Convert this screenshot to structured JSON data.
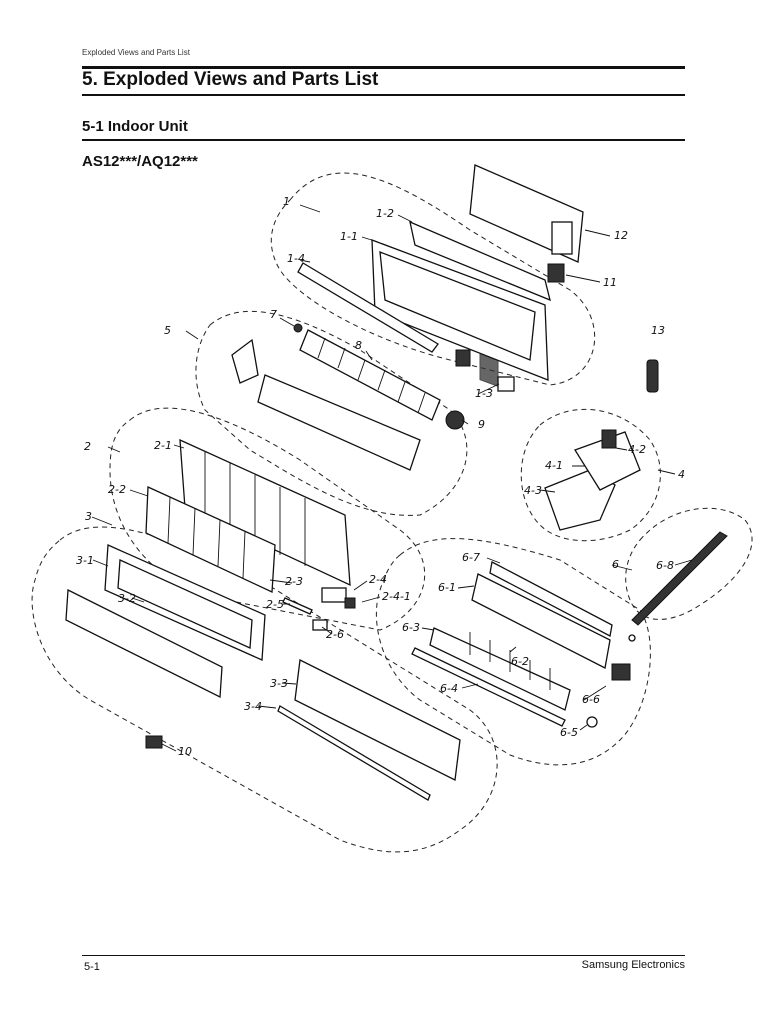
{
  "running_head": "Exploded Views and Parts List",
  "chapter_title": "5. Exploded Views and Parts List",
  "section_title": "5-1 Indoor Unit",
  "model": "AS12***/AQ12***",
  "callouts": {
    "c1": "1",
    "c1_1": "1-1",
    "c1_2": "1-2",
    "c1_3": "1-3",
    "c1_4": "1-4",
    "c2": "2",
    "c2_1": "2-1",
    "c2_2": "2-2",
    "c2_3": "2-3",
    "c2_4": "2-4",
    "c2_4_1": "2-4-1",
    "c2_5": "2-5",
    "c2_6": "2-6",
    "c3": "3",
    "c3_1": "3-1",
    "c3_2": "3-2",
    "c3_3": "3-3",
    "c3_4": "3-4",
    "c4": "4",
    "c4_1": "4-1",
    "c4_2": "4-2",
    "c4_3": "4-3",
    "c5": "5",
    "c6": "6",
    "c6_1": "6-1",
    "c6_2": "6-2",
    "c6_3": "6-3",
    "c6_4": "6-4",
    "c6_5": "6-5",
    "c6_6": "6-6",
    "c6_7": "6-7",
    "c6_8": "6-8",
    "c7": "7",
    "c8": "8",
    "c9": "9",
    "c10": "10",
    "c11": "11",
    "c12": "12",
    "c13": "13"
  },
  "footer": {
    "page_number": "5-1",
    "company": "Samsung Electronics"
  }
}
